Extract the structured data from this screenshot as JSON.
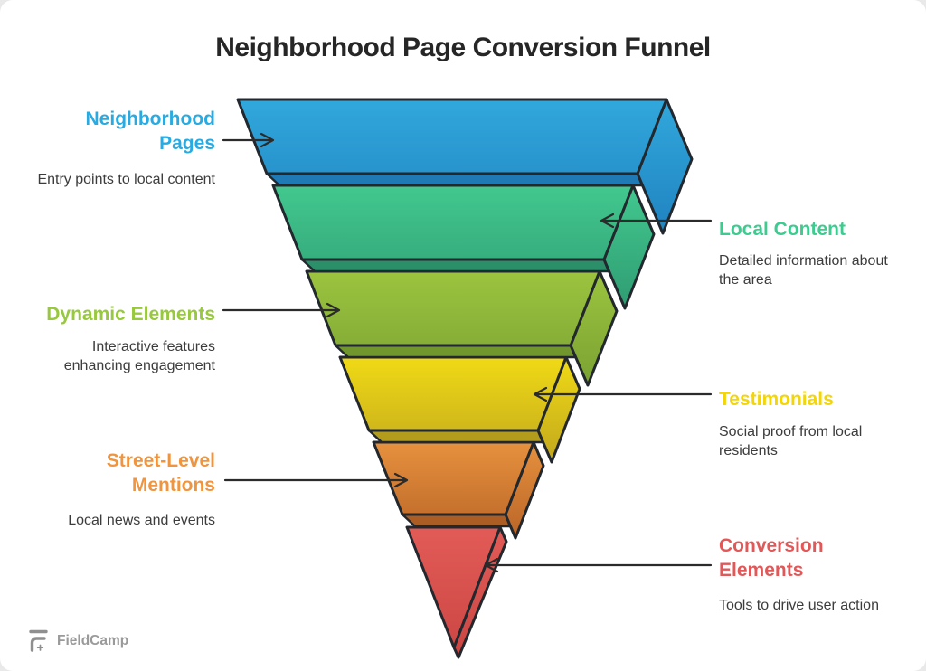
{
  "page": {
    "title": "Neighborhood Page Conversion Funnel",
    "title_color": "#262626",
    "background": "#ffffff"
  },
  "brand": {
    "name": "FieldCamp",
    "color": "#9a9a9a",
    "icon": "fieldcamp-f-icon",
    "icon_color": "#8f8f8f"
  },
  "diagram": {
    "type": "funnel",
    "stroke_color": "#22282d",
    "arrow_color": "#2b2b2b",
    "description_color": "#3c3c3c"
  },
  "stages": [
    {
      "name": "neighborhood-pages",
      "label": "Neighborhood\nPages",
      "description": "Entry points to local content",
      "side": "left",
      "label_color": "#29ABE2",
      "gradient_top": "#31A8DC",
      "gradient_bottom": "#2083C0",
      "band_color": "#1E79B4"
    },
    {
      "name": "local-content",
      "label": "Local Content",
      "description": "Detailed information about\nthe area",
      "side": "right",
      "label_color": "#3ECB8F",
      "gradient_top": "#42C88F",
      "gradient_bottom": "#2F9C72",
      "band_color": "#2B9069"
    },
    {
      "name": "dynamic-elements",
      "label": "Dynamic Elements",
      "description": "Interactive features\nenhancing engagement",
      "side": "left",
      "label_color": "#97C83D",
      "gradient_top": "#9CC43F",
      "gradient_bottom": "#7AA232",
      "band_color": "#71962E"
    },
    {
      "name": "testimonials",
      "label": "Testimonials",
      "description": "Social proof from local\nresidents",
      "side": "right",
      "label_color": "#F2D60B",
      "gradient_top": "#F0DA15",
      "gradient_bottom": "#C2A81E",
      "band_color": "#B39B1C"
    },
    {
      "name": "street-level-mentions",
      "label": "Street-Level\nMentions",
      "description": "Local news and events",
      "side": "left",
      "label_color": "#F0953F",
      "gradient_top": "#E6913E",
      "gradient_bottom": "#BA6527",
      "band_color": "#AC5D24"
    },
    {
      "name": "conversion-elements",
      "label": "Conversion\nElements",
      "description": "Tools to drive user action",
      "side": "right",
      "label_color": "#E25858",
      "gradient_top": "#E25B57",
      "gradient_bottom": "#CB4643",
      "band_color": "#C23F3C"
    }
  ]
}
